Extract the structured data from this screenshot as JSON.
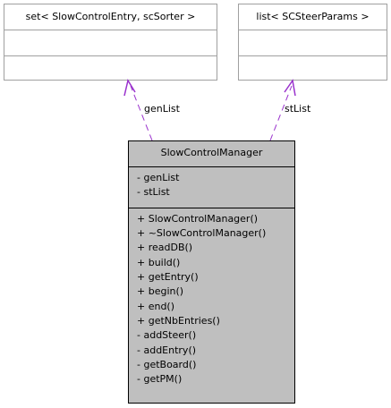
{
  "classes": {
    "gen_set": {
      "title": "set< SlowControlEntry, scSorter >"
    },
    "steer_list": {
      "title": "list< SCSteerParams >"
    },
    "manager": {
      "title": "SlowControlManager",
      "attributes": [
        "- genList",
        "- stList"
      ],
      "methods": [
        "+ SlowControlManager()",
        "+ ~SlowControlManager()",
        "+ readDB()",
        "+ build()",
        "+ getEntry()",
        "+ begin()",
        "+ end()",
        "+ getNbEntries()",
        "- addSteer()",
        "- addEntry()",
        "- getBoard()",
        "- getPM()"
      ]
    }
  },
  "edges": {
    "gen": {
      "label": "genList",
      "color": "#9a32cd"
    },
    "st": {
      "label": "stList",
      "color": "#9a32cd"
    }
  }
}
